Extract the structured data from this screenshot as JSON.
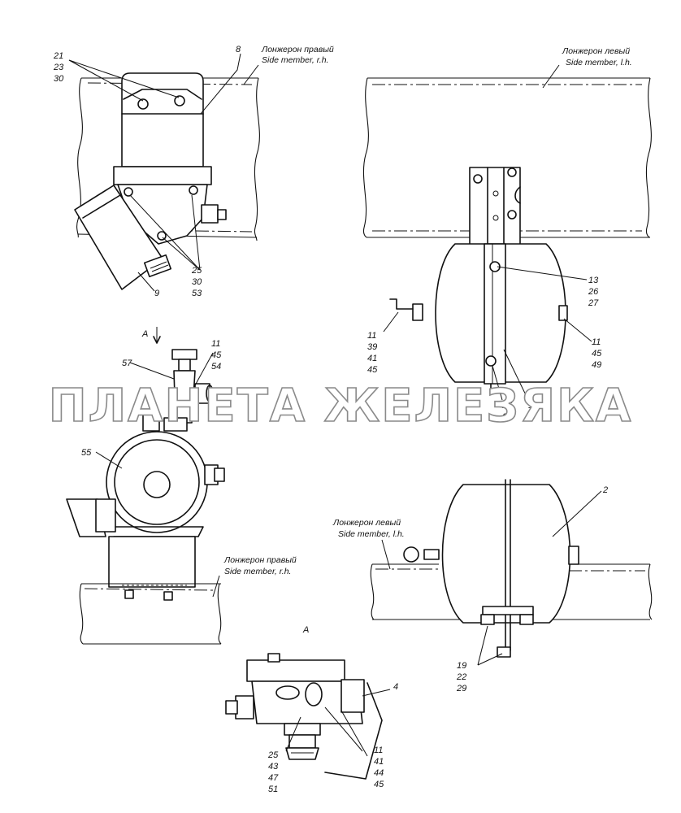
{
  "watermark": "ПЛАНЕТА ЖЕЛЕЗЯКА",
  "view_label_arrow": "A",
  "view_label_bottom": "A",
  "side_members": {
    "right_top": {
      "ru": "Лонжерон правый",
      "en": "Side member, r.h."
    },
    "left_top": {
      "ru": "Лонжерон левый",
      "en": "Side member, l.h."
    },
    "right_mid": {
      "ru": "Лонжерон правый",
      "en": "Side member, r.h."
    },
    "left_mid": {
      "ru": "Лонжерон левый",
      "en": "Side member, l.h."
    }
  },
  "callouts": {
    "c_21_23_30": [
      "21",
      "23",
      "30"
    ],
    "c_8": [
      "8"
    ],
    "c_25_30_53": [
      "25",
      "30",
      "53"
    ],
    "c_9": [
      "9"
    ],
    "c_13_26_27": [
      "13",
      "26",
      "27"
    ],
    "c_11_39_41_45": [
      "11",
      "39",
      "41",
      "45"
    ],
    "c_11_45_49": [
      "11",
      "45",
      "49"
    ],
    "c_26_27": [
      "26",
      "27"
    ],
    "c_14": [
      "14"
    ],
    "c_11_45_54": [
      "11",
      "45",
      "54"
    ],
    "c_57": [
      "57"
    ],
    "c_55": [
      "55"
    ],
    "c_2": [
      "2"
    ],
    "c_19_22_29": [
      "19",
      "22",
      "29"
    ],
    "c_4": [
      "4"
    ],
    "c_25_43_47_51": [
      "25",
      "43",
      "47",
      "51"
    ],
    "c_11_41_44_45": [
      "11",
      "41",
      "44",
      "45"
    ]
  }
}
